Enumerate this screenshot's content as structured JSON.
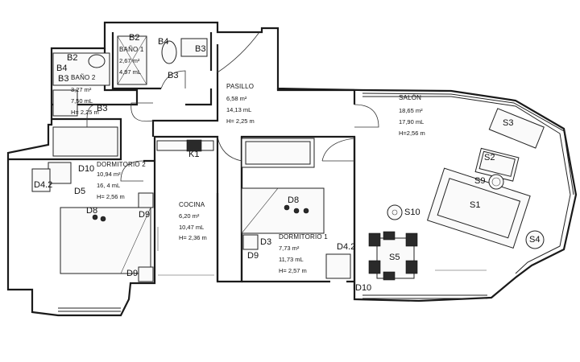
{
  "rooms": [
    {
      "id": "bano1",
      "name": "BAÑO 1",
      "area": "2,67 m²",
      "perimeter": "4,97 mL",
      "height": ""
    },
    {
      "id": "bano2",
      "name": "BAÑO 2",
      "area": "3,27 m²",
      "perimeter": "7,50 mL",
      "height": "H= 2,25 m"
    },
    {
      "id": "pasillo",
      "name": "PASILLO",
      "area": "6,58 m²",
      "perimeter": "14,13 mL",
      "height": "H= 2,25 m"
    },
    {
      "id": "salon",
      "name": "SALÓN",
      "area": "18,65 m²",
      "perimeter": "17,90 mL",
      "height": "H=2,56 m"
    },
    {
      "id": "dormitorio2",
      "name": "DORMITORIO 2",
      "area": "10,94 m²",
      "perimeter": "16, 4 mL",
      "height": "H= 2,56 m"
    },
    {
      "id": "cocina",
      "name": "COCINA",
      "area": "6,20 m²",
      "perimeter": "10,47 mL",
      "height": "H= 2,36 m"
    },
    {
      "id": "dormitorio1",
      "name": "DORMITORIO 1",
      "area": "7,73 m²",
      "perimeter": "11,73 mL",
      "height": "H= 2,57 m"
    }
  ],
  "tags": {
    "b2_top": "B2",
    "b4_top": "B4",
    "b3_top": "B3",
    "b3_right": "B3",
    "b2_left": "B2",
    "b4_left": "B4",
    "b3_left": "B3",
    "b3_small": "B3",
    "k1": "K1",
    "d10_left": "D10",
    "d4_2_left": "D4.2",
    "d5": "D5",
    "d8_left": "D8",
    "d9_upper": "D9",
    "d9_lower": "D9",
    "d8_right": "D8",
    "d3": "D3",
    "d9_right": "D9",
    "d4_2_right": "D4.2",
    "d10_bottom": "D10",
    "s3": "S3",
    "s2": "S2",
    "s9": "S9",
    "s1": "S1",
    "s10": "S10",
    "s4": "S4",
    "s5": "S5"
  }
}
